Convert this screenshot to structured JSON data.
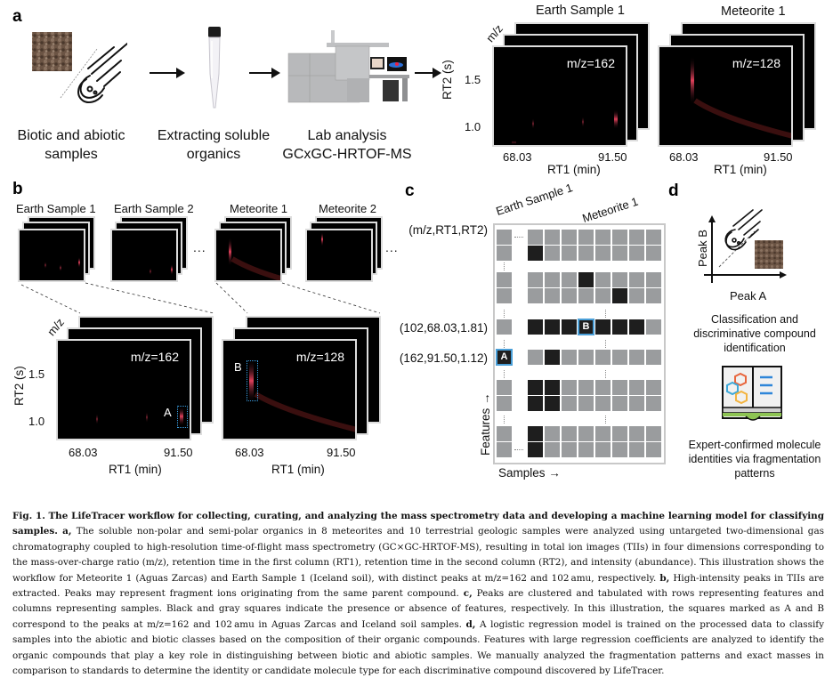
{
  "panels": {
    "a": {
      "letter": "a",
      "steps": [
        {
          "label_line1": "Biotic and abiotic",
          "label_line2": "samples",
          "icon": "soil-and-meteorite-icon"
        },
        {
          "label_line1": "Extracting soluble",
          "label_line2": "organics",
          "icon": "test-tube-icon"
        },
        {
          "label_line1": "Lab analysis",
          "label_line2": "GCxGC-HRTOF-MS",
          "icon": "gc-ms-instrument-icon"
        }
      ],
      "plots": [
        {
          "title": "Earth Sample 1",
          "mz_label": "m/z=162",
          "stack_axis": "m/z",
          "ylabel": "RT2 (s)",
          "xlabel": "RT1 (min)",
          "xticks": [
            "68.03",
            "91.50"
          ],
          "yticks": [
            "1.0",
            "1.5"
          ]
        },
        {
          "title": "Meteorite 1",
          "mz_label": "m/z=128",
          "xlabel": "RT1 (min)",
          "xticks": [
            "68.03",
            "91.50"
          ]
        }
      ]
    },
    "b": {
      "letter": "b",
      "thumbnails": [
        "Earth Sample 1",
        "Earth Sample 2",
        "Meteorite 1",
        "Meteorite 2"
      ],
      "ellipsis": "...",
      "plots": [
        {
          "mz_label": "m/z=162",
          "stack_axis": "m/z",
          "ylabel": "RT2 (s)",
          "xlabel": "RT1 (min)",
          "xticks": [
            "68.03",
            "91.50"
          ],
          "yticks": [
            "1.0",
            "1.5"
          ],
          "marker": "A"
        },
        {
          "mz_label": "m/z=128",
          "xlabel": "RT1 (min)",
          "xticks": [
            "68.03",
            "91.50"
          ],
          "marker": "B"
        }
      ]
    },
    "c": {
      "letter": "c",
      "col_header_left": "Earth Sample 1",
      "col_header_right": "Meteorite 1",
      "row_labels": {
        "header": "(m/z,RT1,RT2)",
        "row_b": "(102,68.03,1.81)",
        "row_a": "(162,91.50,1.12)"
      },
      "y_axis": "Features →",
      "x_axis": "Samples →",
      "matrix": {
        "first_col": [
          0,
          0,
          0,
          0,
          0,
          "A",
          0,
          0,
          0,
          0
        ],
        "rows": [
          [
            0,
            0,
            0,
            0,
            0,
            0,
            0,
            0
          ],
          [
            1,
            0,
            0,
            0,
            0,
            0,
            0,
            0
          ],
          [
            0,
            0,
            0,
            1,
            0,
            0,
            0,
            0
          ],
          [
            0,
            0,
            0,
            0,
            0,
            1,
            0,
            0
          ],
          [
            1,
            1,
            1,
            "B",
            1,
            1,
            1,
            0
          ],
          [
            0,
            1,
            0,
            0,
            0,
            0,
            0,
            0
          ],
          [
            1,
            1,
            0,
            0,
            0,
            0,
            0,
            0
          ],
          [
            1,
            1,
            0,
            0,
            0,
            0,
            0,
            0
          ],
          [
            1,
            0,
            0,
            0,
            0,
            0,
            0,
            0
          ],
          [
            1,
            0,
            0,
            0,
            0,
            0,
            0,
            0
          ]
        ]
      }
    },
    "d": {
      "letter": "d",
      "plot_xlabel": "Peak A",
      "plot_ylabel": "Peak B",
      "caption1": [
        "Classification and",
        "discriminative compound",
        "identification"
      ],
      "caption2": [
        "Expert-confirmed molecule",
        "identities via fragmentation",
        "patterns"
      ]
    }
  },
  "caption": {
    "fig_label": "Fig. 1.",
    "title": "The LifeTracer workflow for collecting, curating, and analyzing the mass spectrometry data and developing a machine learning model for classifying samples.",
    "a_label": "a,",
    "a_text": "The soluble non-polar and semi-polar organics in 8 meteorites and 10 terrestrial geologic samples were analyzed using untargeted two-dimensional gas chromatography coupled to high-resolution time-of-flight mass spectrometry (GC×GC-HRTOF-MS), resulting in total ion images (TIIs) in four dimensions corresponding to the mass-over-charge ratio (m/z), retention time in the first column (RT1), retention time in the second column (RT2), and intensity (abundance). This illustration shows the workflow for Meteorite 1 (Aguas Zarcas) and Earth Sample 1 (Iceland soil), with distinct peaks at m/z=162 and 102 amu, respectively.",
    "b_label": "b,",
    "b_text": "High-intensity peaks in TIIs are extracted. Peaks may represent fragment ions originating from the same parent compound.",
    "c_label": "c,",
    "c_text": "Peaks are clustered and tabulated with rows representing features and columns representing samples. Black and gray squares indicate the presence or absence of features, respectively. In this illustration, the squares marked as A and B correspond to the peaks at m/z=162 and 102 amu in Aguas Zarcas and Iceland soil samples.",
    "d_label": "d,",
    "d_text": "A logistic regression model is trained on the processed data to classify samples into the abiotic and biotic classes based on the composition of their organic compounds. Features with large regression coefficients are analyzed to identify the organic compounds that play a key role in distinguishing between biotic and abiotic samples. We manually analyzed the fragmentation patterns and exact masses in comparison to standards to determine the identity or candidate molecule type for each discriminative compound discovered by LifeTracer."
  },
  "colors": {
    "present": "#1e1e1e",
    "absent": "#9a9c9e",
    "marker": "#4a9fd8",
    "peak": "#e0405a"
  }
}
